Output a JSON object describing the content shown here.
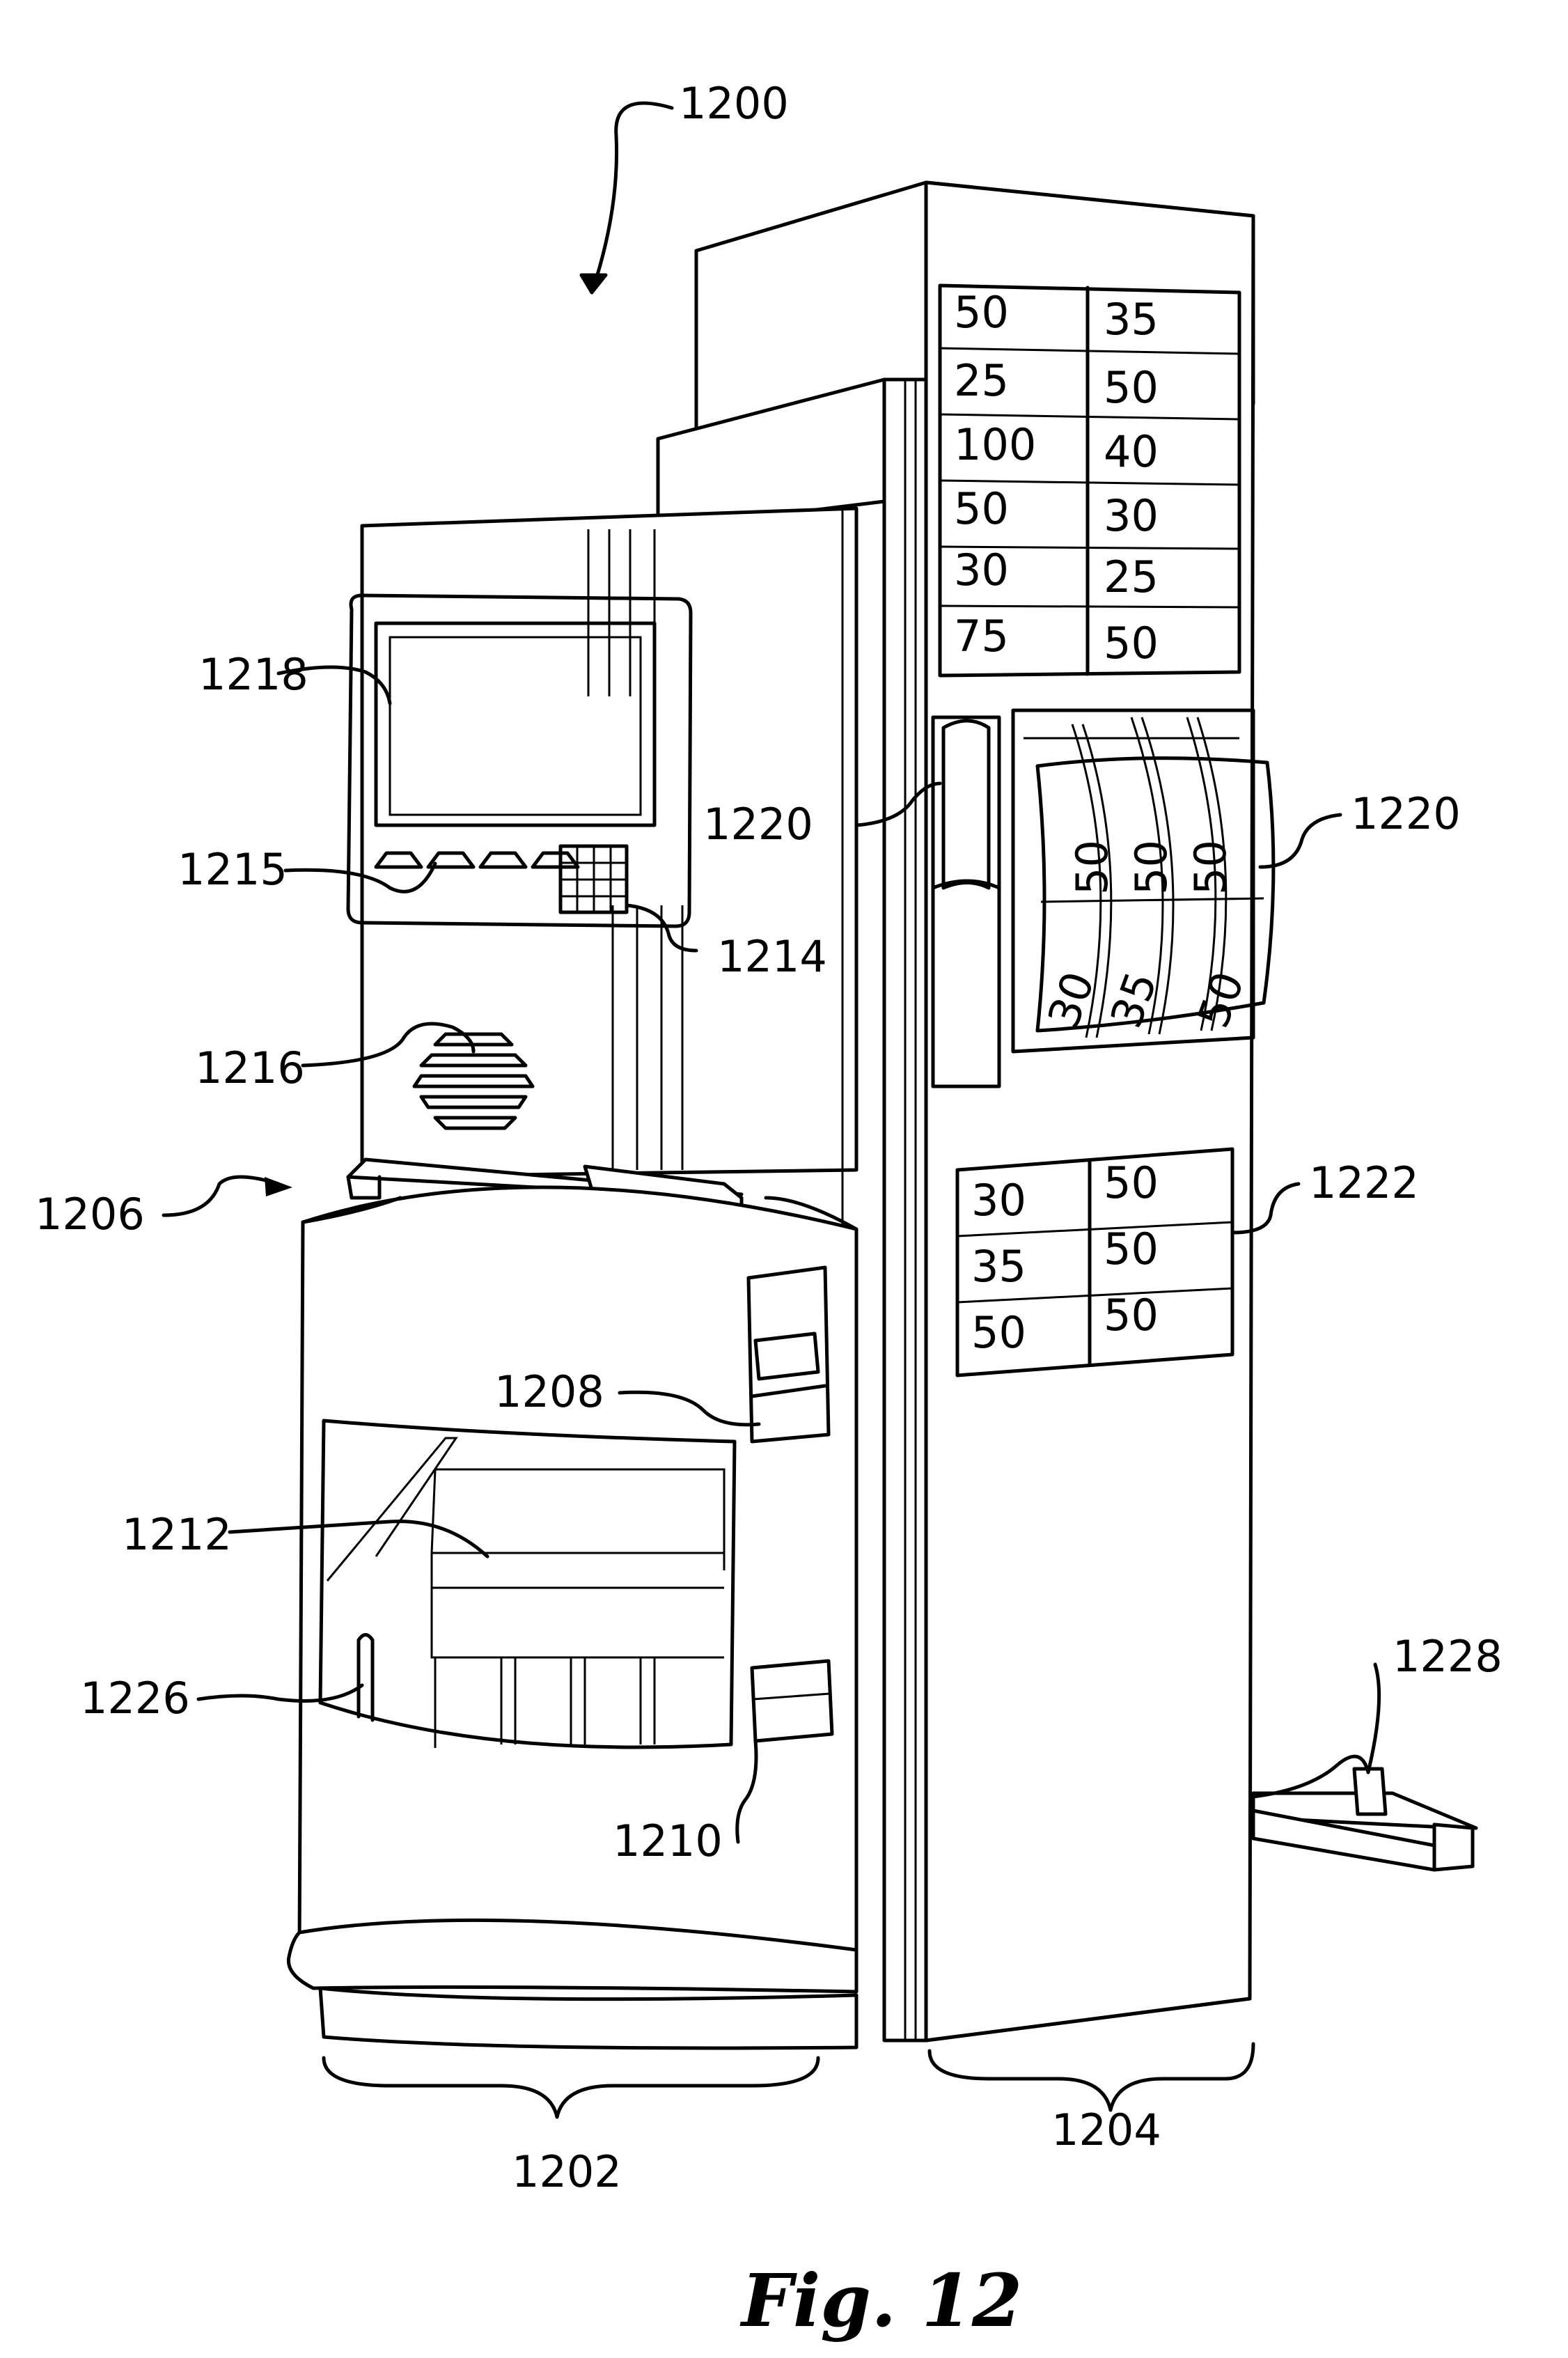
{
  "references": {
    "r1200": "1200",
    "r1202": "1202",
    "r1204": "1204",
    "r1206": "1206",
    "r1208": "1208",
    "r1210": "1210",
    "r1212": "1212",
    "r1214": "1214",
    "r1215": "1215",
    "r1216": "1216",
    "r1218": "1218",
    "r1220_left": "1220",
    "r1220_right": "1220",
    "r1222": "1222",
    "r1226": "1226",
    "r1228": "1228"
  },
  "upper_table": [
    [
      "50",
      "35"
    ],
    [
      "25",
      "50"
    ],
    [
      "100",
      "40"
    ],
    [
      "50",
      "30"
    ],
    [
      "30",
      "25"
    ],
    [
      "75",
      "50"
    ]
  ],
  "reels": {
    "top": [
      "50",
      "50",
      "50"
    ],
    "bottom": [
      "30",
      "35",
      "50"
    ]
  },
  "lower_table": [
    [
      "30",
      "50"
    ],
    [
      "35",
      "50"
    ],
    [
      "50",
      "50"
    ]
  ],
  "caption": "Fig. 12"
}
